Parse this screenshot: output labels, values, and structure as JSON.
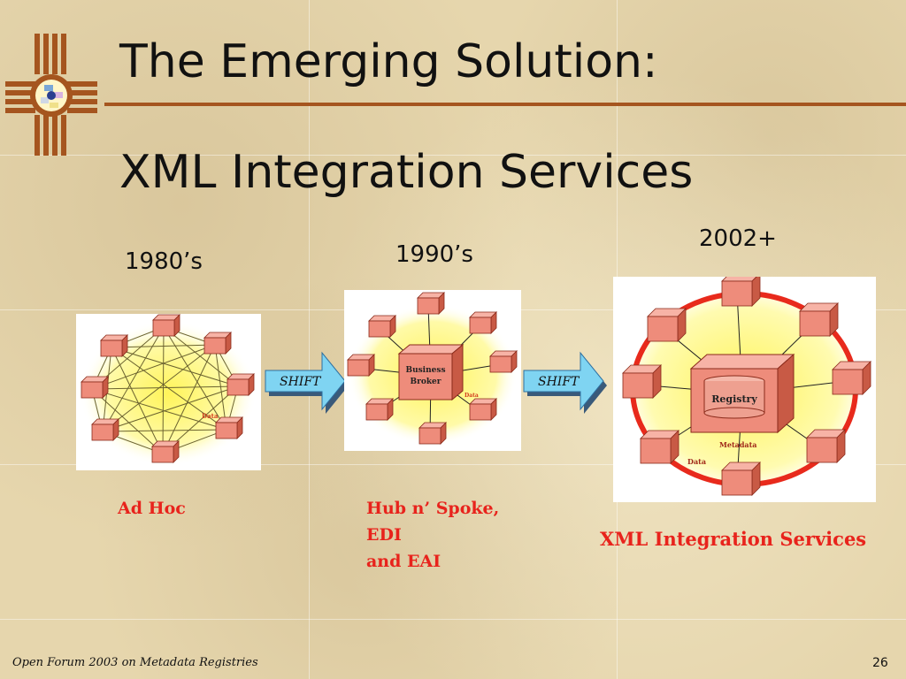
{
  "title": {
    "line1": "The Emerging Solution:",
    "line2": "XML Integration Services"
  },
  "eras": [
    {
      "label": "1980’s",
      "caption_lines": [
        "Ad Hoc"
      ]
    },
    {
      "label": "1990’s",
      "caption_lines": [
        "Hub n’ Spoke,",
        "EDI",
        "and EAI"
      ],
      "hub_label_lines": [
        "Business",
        "Broker"
      ]
    },
    {
      "label": "2002+",
      "caption_lines": [
        "XML Integration Services"
      ],
      "hub_label": "Registry",
      "ring_label": "Metadata"
    }
  ],
  "diagram_text": {
    "data_label": "Data"
  },
  "arrows": [
    {
      "label": "SHIFT"
    },
    {
      "label": "SHIFT"
    }
  ],
  "footer": {
    "text": "Open Forum 2003 on Metadata Registries",
    "page_number": "26"
  },
  "colors": {
    "title_rule": "#a5551f",
    "caption_red": "#e8231c",
    "node_fill": "#f08a7a",
    "arrow_fill": "#7fd4f2",
    "registry_ring": "#e82a1c"
  },
  "icons": {
    "logo": "zia-sun-symbol-icon"
  }
}
